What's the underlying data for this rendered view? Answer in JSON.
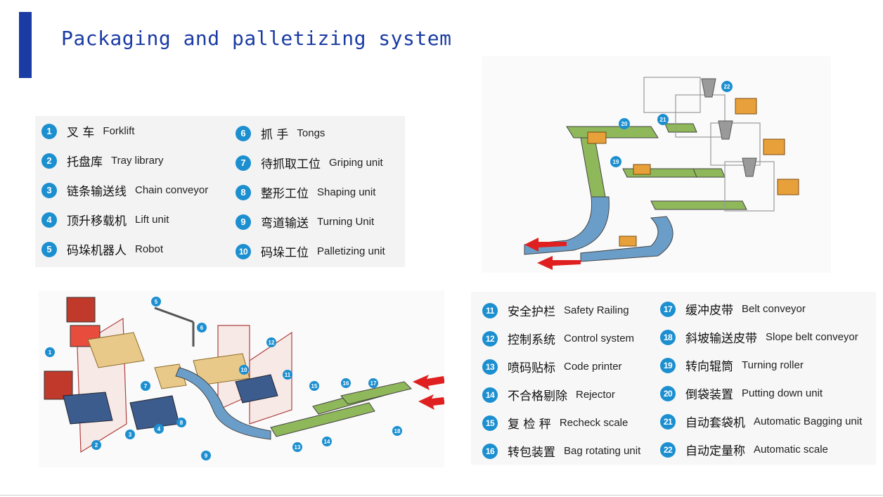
{
  "title": "Packaging and palletizing system",
  "legend_top": [
    {
      "num": "1",
      "zh": "叉 车",
      "en": "Forklift"
    },
    {
      "num": "2",
      "zh": "托盘库",
      "en": "Tray library"
    },
    {
      "num": "3",
      "zh": "链条输送线",
      "en": "Chain conveyor"
    },
    {
      "num": "4",
      "zh": "顶升移载机",
      "en": "Lift unit"
    },
    {
      "num": "5",
      "zh": "码垛机器人",
      "en": "Robot"
    },
    {
      "num": "6",
      "zh": "抓 手",
      "en": "Tongs"
    },
    {
      "num": "7",
      "zh": "待抓取工位",
      "en": "Griping unit"
    },
    {
      "num": "8",
      "zh": "整形工位",
      "en": "Shaping unit"
    },
    {
      "num": "9",
      "zh": "弯道输送",
      "en": "Turning Unit"
    },
    {
      "num": "10",
      "zh": "码垛工位",
      "en": "Palletizing unit"
    }
  ],
  "legend_bottom": [
    {
      "num": "11",
      "zh": "安全护栏",
      "en": "Safety Railing"
    },
    {
      "num": "12",
      "zh": "控制系统",
      "en": "Control system"
    },
    {
      "num": "13",
      "zh": "喷码贴标",
      "en": "Code printer"
    },
    {
      "num": "14",
      "zh": "不合格剔除",
      "en": "Rejector"
    },
    {
      "num": "15",
      "zh": "复 检 秤",
      "en": "Recheck scale"
    },
    {
      "num": "16",
      "zh": "转包装置",
      "en": "Bag rotating unit"
    },
    {
      "num": "17",
      "zh": "缓冲皮带",
      "en": "Belt conveyor"
    },
    {
      "num": "18",
      "zh": "斜坡输送皮带",
      "en": "Slope belt conveyor"
    },
    {
      "num": "19",
      "zh": "转向辊筒",
      "en": "Turning roller"
    },
    {
      "num": "20",
      "zh": "倒袋装置",
      "en": "Putting down unit"
    },
    {
      "num": "21",
      "zh": "自动套袋机",
      "en": "Automatic Bagging unit"
    },
    {
      "num": "22",
      "zh": "自动定量称",
      "en": "Automatic scale"
    }
  ],
  "diagram_left_tags": [
    "1",
    "2",
    "3",
    "4",
    "5",
    "6",
    "7",
    "8",
    "9",
    "10",
    "11",
    "12",
    "13",
    "14",
    "15",
    "16",
    "17",
    "18"
  ],
  "diagram_right_tags": [
    "19",
    "20",
    "21",
    "22"
  ],
  "colors": {
    "accent": "#1a3ba3",
    "badge": "#1c8fd0",
    "arrow": "#e02020"
  }
}
